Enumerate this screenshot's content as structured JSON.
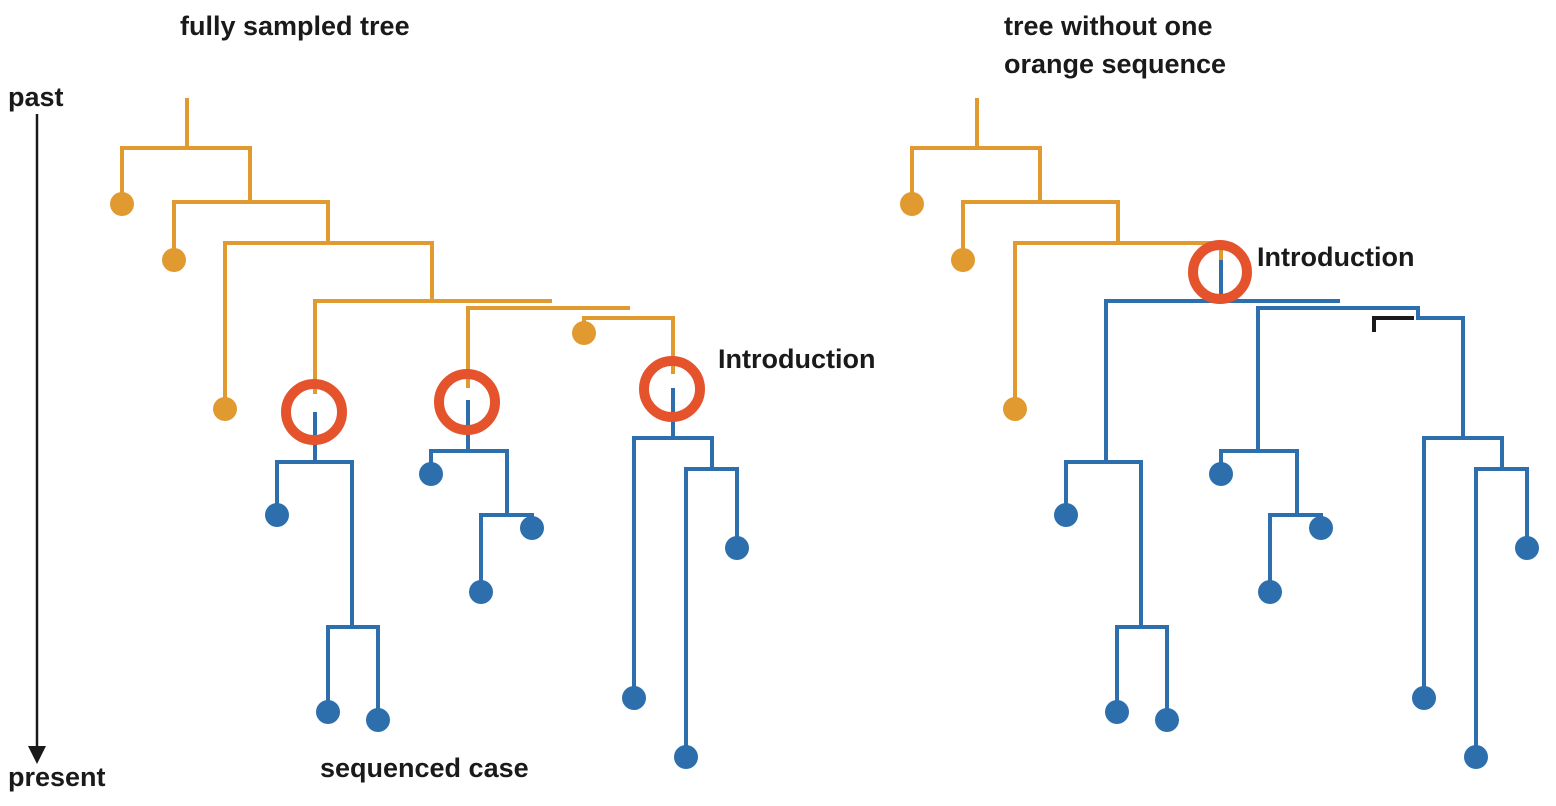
{
  "colors": {
    "orange": "#e09a2f",
    "blue": "#2d6fad",
    "ring": "#e5532d",
    "text": "#1a1a1a"
  },
  "axis": {
    "top_label": "past",
    "bottom_label": "present"
  },
  "left_tree": {
    "title": "fully sampled tree",
    "annotation_introduction": "Introduction",
    "annotation_sequenced": "sequenced case"
  },
  "right_tree": {
    "title_line1": "tree without one",
    "title_line2": "orange sequence",
    "annotation_introduction": "Introduction"
  }
}
